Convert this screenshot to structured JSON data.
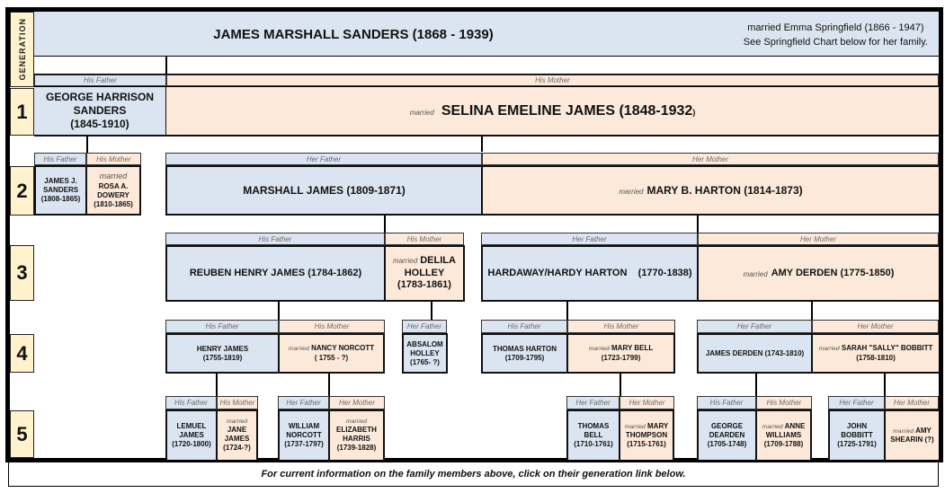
{
  "header": {
    "gen_label": "GENERATION",
    "subject": "JAMES MARSHALL SANDERS (1868 - 1939)",
    "spouse_line1": "married Emma Springfield (1866 - 1947)",
    "spouse_line2": "See Springfield Chart below for her family."
  },
  "generations": [
    "1",
    "2",
    "3",
    "4",
    "5"
  ],
  "gen1": {
    "father_label": "His Father",
    "mother_label": "His Mother",
    "father": {
      "name_l1": "GEORGE HARRISON",
      "name_l2": "SANDERS",
      "dates": "(1845-1910)"
    },
    "mother": {
      "married": "married",
      "name": "SELINA EMELINE JAMES (1848-1932",
      "close": ")"
    }
  },
  "gen2": {
    "his_father_label": "His Father",
    "his_mother_label": "His Mother",
    "her_father_label": "Her Father",
    "her_mother_label": "Her Mother",
    "his_father": {
      "l1": "JAMES J.",
      "l2": "SANDERS",
      "dates": "(1808-1865)"
    },
    "his_mother": {
      "married": "married",
      "l1": "ROSA A.",
      "l2": "DOWERY",
      "dates": "(1810-1865)"
    },
    "her_father": {
      "name": "MARSHALL JAMES  (1809-1871)"
    },
    "her_mother": {
      "married": "married",
      "name": "MARY B. HARTON (1814-1873)"
    }
  },
  "gen3": {
    "labels": [
      "His Father",
      "His Mother",
      "Her Father",
      "Her Mother"
    ],
    "reuben": {
      "name": "REUBEN HENRY JAMES (1784-1862)"
    },
    "delila": {
      "married": "married",
      "l1": "DELILA",
      "l2": "HOLLEY",
      "dates": "(1783-1861)"
    },
    "hardaway": {
      "name": "HARDAWAY/HARDY HARTON    (1770-1838)"
    },
    "amy": {
      "married": "married",
      "name": "AMY DERDEN (1775-1850)"
    }
  },
  "gen4": {
    "labels": [
      "His Father",
      "His Mother",
      "Her Father",
      "His Father",
      "His Mother",
      "Her Father",
      "Her Mother"
    ],
    "henry": {
      "l1": "HENRY JAMES",
      "dates": "(1755-1819)"
    },
    "nancy": {
      "married": "married",
      "l1": "NANCY NORCOTT",
      "dates": "( 1755 - ?)"
    },
    "absalom": {
      "l1": "ABSALOM",
      "l2": "HOLLEY",
      "dates": "(1765- ?)"
    },
    "thomas": {
      "l1": "THOMAS HARTON",
      "dates": "(1709-1795)"
    },
    "marybell": {
      "married": "married",
      "l1": "MARY BELL",
      "dates": "(1723-1799)"
    },
    "jderden": {
      "l1": "JAMES DERDEN (1743-1810)"
    },
    "sarah": {
      "married": "married",
      "l1": "SARAH \"SALLY\" BOBBITT",
      "dates": "(1758-1810)"
    }
  },
  "gen5": {
    "labels": [
      "His Father",
      "His Mother",
      "Her Father",
      "Her Mother",
      "Her Father",
      "Her Mother",
      "His Father",
      "His Mother",
      "Her Father",
      "Her Mother"
    ],
    "lemuel": {
      "l1": "LEMUEL",
      "l2": "JAMES",
      "dates": "(1720-1800)"
    },
    "jane": {
      "married": "married",
      "l1": "JANE",
      "l2": "JAMES",
      "dates": "(1724-?)"
    },
    "william": {
      "l1": "WILLIAM",
      "l2": "NORCOTT",
      "dates": "(1737-1797)"
    },
    "elizabeth": {
      "married": "married",
      "l1": "ELIZABETH",
      "l2": "HARRIS",
      "dates": "(1739-1828)"
    },
    "tbell": {
      "l1": "THOMAS",
      "l2": "BELL",
      "dates": "(1710-1761)"
    },
    "mthompson": {
      "married": "married",
      "l1": "MARY",
      "l2": "THOMPSON",
      "dates": "(1715-1761)"
    },
    "george": {
      "l1": "GEORGE",
      "l2": "DEARDEN",
      "dates": "(1705-1748)"
    },
    "anne": {
      "married": "married",
      "l1": "ANNE",
      "l2": "WILLIAMS",
      "dates": "(1709-1788)"
    },
    "john": {
      "l1": "JOHN",
      "l2": "BOBBITT",
      "dates": "(1725-1791)"
    },
    "amys": {
      "married": "married",
      "l1": "AMY",
      "l2": "SHEARIN (?)"
    }
  },
  "footer": {
    "text": "For current information on the family members above, click on their generation link below."
  },
  "colors": {
    "male_bg": "#dbe5f1",
    "female_bg": "#fde9d9",
    "generation_bg": "#fff2cc",
    "border": "#000000"
  }
}
